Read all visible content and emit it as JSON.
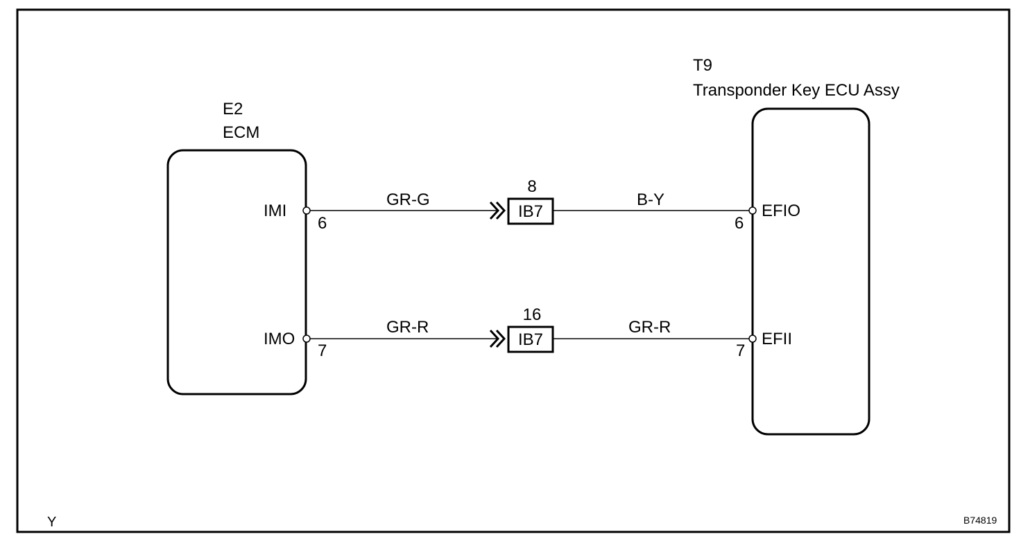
{
  "components": {
    "ecm": {
      "code": "E2",
      "name": "ECM"
    },
    "transponder": {
      "code": "T9",
      "name": "Transponder Key ECU Assy"
    }
  },
  "circuits": [
    {
      "ecm_terminal": "IMI",
      "ecm_pin": "6",
      "wire_left": "GR-G",
      "connector": "IB7",
      "connector_pin": "8",
      "wire_right": "B-Y",
      "ecu_terminal": "EFIO",
      "ecu_pin": "6"
    },
    {
      "ecm_terminal": "IMO",
      "ecm_pin": "7",
      "wire_left": "GR-R",
      "connector": "IB7",
      "connector_pin": "16",
      "wire_right": "GR-R",
      "ecu_terminal": "EFII",
      "ecu_pin": "7"
    }
  ],
  "footer": {
    "left_mark": "Y",
    "figure_code": "B74819"
  }
}
